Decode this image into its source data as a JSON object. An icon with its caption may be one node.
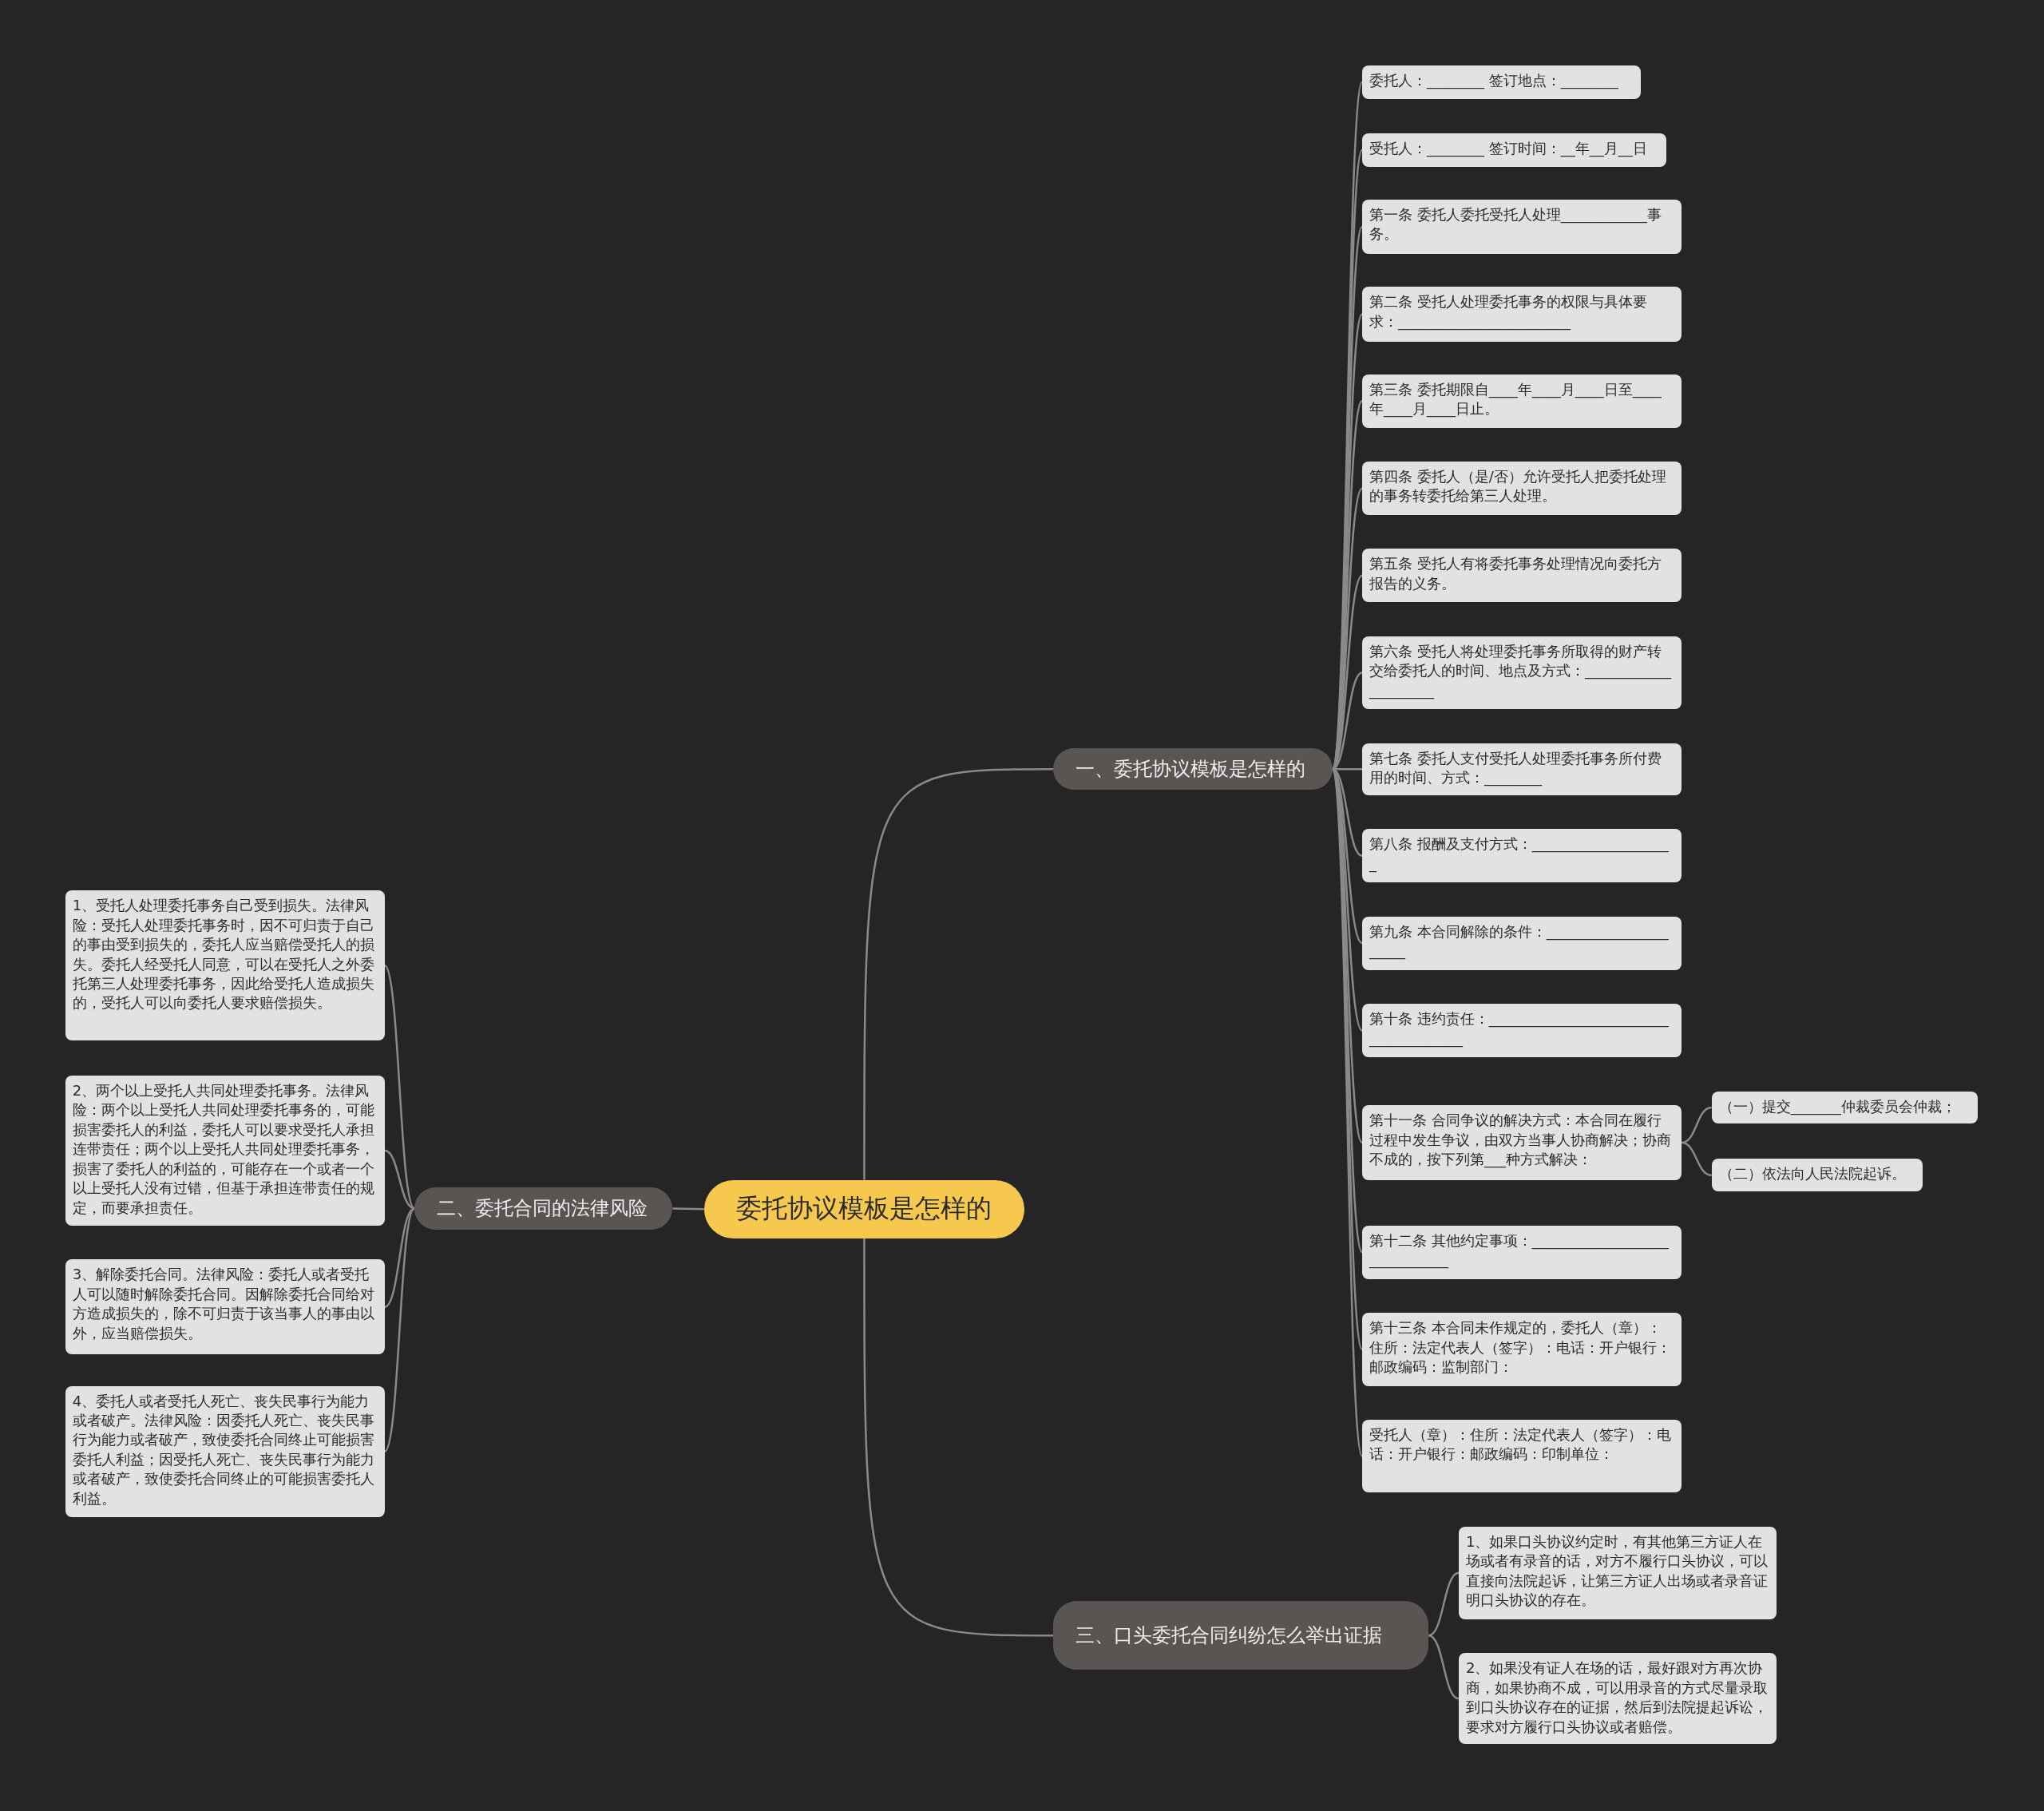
{
  "diagram": {
    "nodes": [
      {
        "text": [
          "委托协议模板是怎样的"
        ]
      },
      {
        "text": [
          "一、委托协议模板是怎样的"
        ]
      },
      {
        "text": [
          "委托人：________ 签订地点：________"
        ]
      },
      {
        "text": [
          "受托人：________ 签订时间：__年__月__日"
        ]
      },
      {
        "text": [
          "第一条 委托人委托受托人处理____________事务。"
        ]
      },
      {
        "text": [
          "第二条 受托人处理委托事务的权限与具体要求：________________________"
        ]
      },
      {
        "text": [
          "第三条 委托期限自____年____月____日至____年____月____日止。"
        ]
      },
      {
        "text": [
          "第四条 委托人（是/否）允许受托人把委托处理的事务转委托给第三人处理。"
        ]
      },
      {
        "text": [
          "第五条 受托人有将委托事务处理情况向委托方报告的义务。"
        ]
      },
      {
        "text": [
          "第六条 受托人将处理委托事务所取得的财产转交给委托人的时间、地点及方式：_____________________"
        ]
      },
      {
        "text": [
          "第七条 委托人支付受托人处理委托事务所付费用的时间、方式：________"
        ]
      },
      {
        "text": [
          "第八条 报酬及支付方式：____________________"
        ]
      },
      {
        "text": [
          "第九条 本合同解除的条件：______________________"
        ]
      },
      {
        "text": [
          "第十条 违约责任：______________________________________"
        ]
      },
      {
        "text": [
          "第十一条 合同争议的解决方式：本合同在履行过程中发生争议，由双方当事人协商解决；协商不成的，按下列第___种方式解决："
        ]
      },
      {
        "text": [
          "（一）提交_______仲裁委员会仲裁；"
        ]
      },
      {
        "text": [
          "（二）依法向人民法院起诉。"
        ]
      },
      {
        "text": [
          "第十二条 其他约定事项：______________________________"
        ]
      },
      {
        "text": [
          "第十三条 本合同未作规定的，委托人（章）：住所：法定代表人（签字）：电话：开户银行：邮政编码：监制部门："
        ]
      },
      {
        "text": [
          "受托人（章）：住所：法定代表人（签字）：电话：开户银行：邮政编码：印制单位："
        ]
      },
      {
        "text": [
          "二、委托合同的法律风险"
        ]
      },
      {
        "text": [
          "1、受托人处理委托事务自己受到损失。法律风险：受托人处理委托事务时，因不可归责于自己的事由受到损失的，委托人应当赔偿受托人的损失。委托人经受托人同意，可以在受托人之外委托第三人处理委托事务，因此给受托人造成损失的，受托人可以向委托人要求赔偿损失。"
        ]
      },
      {
        "text": [
          "2、两个以上受托人共同处理委托事务。法律风险：两个以上受托人共同处理委托事务的，可能损害委托人的利益，委托人可以要求受托人承担连带责任；两个以上受托人共同处理委托事务，损害了委托人的利益的，可能存在一个或者一个以上受托人没有过错，但基于承担连带责任的规定，而要承担责任。"
        ]
      },
      {
        "text": [
          "3、解除委托合同。法律风险：委托人或者受托人可以随时解除委托合同。因解除委托合同给对方造成损失的，除不可归责于该当事人的事由以外，应当赔偿损失。"
        ]
      },
      {
        "text": [
          "4、委托人或者受托人死亡、丧失民事行为能力或者破产。法律风险：因委托人死亡、丧失民事行为能力或者破产，致使委托合同终止可能损害委托人利益；因受托人死亡、丧失民事行为能力或者破产，致使委托合同终止的可能损害委托人利益。"
        ]
      },
      {
        "text": [
          "三、口头委托合同纠纷怎么举出证据"
        ]
      },
      {
        "text": [
          "1、如果口头协议约定时，有其他第三方证人在场或者有录音的话，对方不履行口头协议，可以直接向法院起诉，让第三方证人出场或者录音证明口头协议的存在。"
        ]
      },
      {
        "text": [
          "2、如果没有证人在场的话，最好跟对方再次协商，如果协商不成，可以用录音的方式尽量录取到口头协议存在的证据，然后到法院提起诉讼，要求对方履行口头协议或者赔偿。"
        ]
      }
    ],
    "edges": [
      {
        "from": 0,
        "to": 1,
        "arrow": "none"
      },
      {
        "from": 1,
        "to": 2,
        "arrow": "none"
      },
      {
        "from": 1,
        "to": 3,
        "arrow": "none"
      },
      {
        "from": 1,
        "to": 4,
        "arrow": "none"
      },
      {
        "from": 1,
        "to": 5,
        "arrow": "none"
      },
      {
        "from": 1,
        "to": 6,
        "arrow": "none"
      },
      {
        "from": 1,
        "to": 7,
        "arrow": "none"
      },
      {
        "from": 1,
        "to": 8,
        "arrow": "none"
      },
      {
        "from": 1,
        "to": 9,
        "arrow": "none"
      },
      {
        "from": 1,
        "to": 10,
        "arrow": "none"
      },
      {
        "from": 1,
        "to": 11,
        "arrow": "none"
      },
      {
        "from": 1,
        "to": 12,
        "arrow": "none"
      },
      {
        "from": 1,
        "to": 13,
        "arrow": "none"
      },
      {
        "from": 1,
        "to": 14,
        "arrow": "none"
      },
      {
        "from": 14,
        "to": 15,
        "arrow": "none"
      },
      {
        "from": 14,
        "to": 16,
        "arrow": "none"
      },
      {
        "from": 1,
        "to": 17,
        "arrow": "none"
      },
      {
        "from": 1,
        "to": 18,
        "arrow": "none"
      },
      {
        "from": 1,
        "to": 19,
        "arrow": "none"
      },
      {
        "from": 0,
        "to": 20,
        "arrow": "none"
      },
      {
        "from": 20,
        "to": 21,
        "arrow": "none"
      },
      {
        "from": 20,
        "to": 22,
        "arrow": "none"
      },
      {
        "from": 20,
        "to": 23,
        "arrow": "none"
      },
      {
        "from": 20,
        "to": 24,
        "arrow": "none"
      },
      {
        "from": 0,
        "to": 25,
        "arrow": "none"
      },
      {
        "from": 25,
        "to": 26,
        "arrow": "none"
      },
      {
        "from": 25,
        "to": 27,
        "arrow": "none"
      }
    ]
  }
}
